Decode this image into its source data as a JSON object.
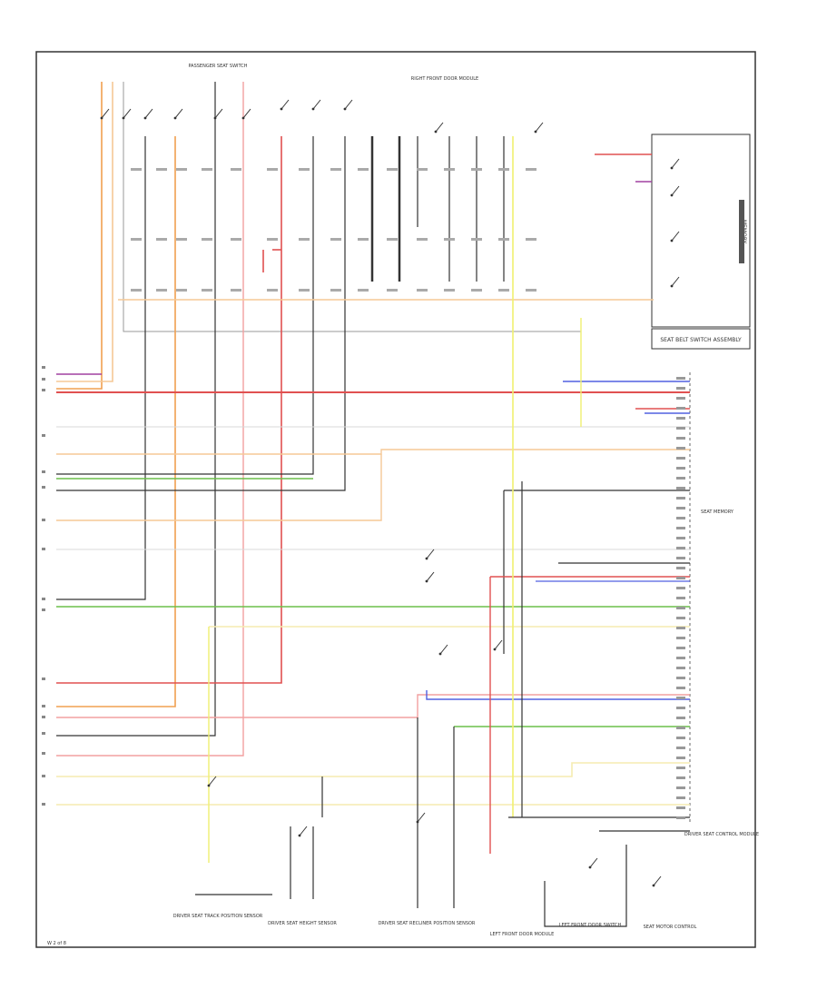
{
  "colors": {
    "border": "#333333",
    "wire_black": "#333333",
    "wire_gray": "#999999",
    "wire_red": "#e05050",
    "wire_pink": "#f2a0a0",
    "wire_orange": "#f0a050",
    "wire_peach": "#f5c896",
    "wire_yellow": "#f0f070",
    "wire_lightyellow": "#f5ecb0",
    "wire_green": "#6cbf4a",
    "wire_blue": "#5060e0",
    "wire_purple": "#a040a0",
    "wire_lightgray": "#d8d8d8"
  },
  "labels": {
    "top_center_connector": "RIGHT FRONT DOOR MODULE",
    "top_left_group": "PASSENGER SEAT SWITCH",
    "right_box_caption": "SEAT BELT SWITCH ASSEMBLY",
    "right_vertical_caption": "MEMORY",
    "right_module_caption": "DRIVER SEAT CONTROL MODULE",
    "mid_right_caption": "SEAT MEMORY",
    "bottom_caption_1": "DRIVER SEAT TRACK POSITION SENSOR",
    "bottom_caption_2": "DRIVER SEAT HEIGHT SENSOR",
    "bottom_caption_3": "DRIVER SEAT RECLINER POSITION SENSOR",
    "bottom_caption_4": "LEFT FRONT DOOR MODULE",
    "bottom_caption_5": "LEFT FRONT DOOR SWITCH",
    "bottom_right_caption": "SEAT MOTOR CONTROL",
    "page_id": "W 2 of 8"
  }
}
